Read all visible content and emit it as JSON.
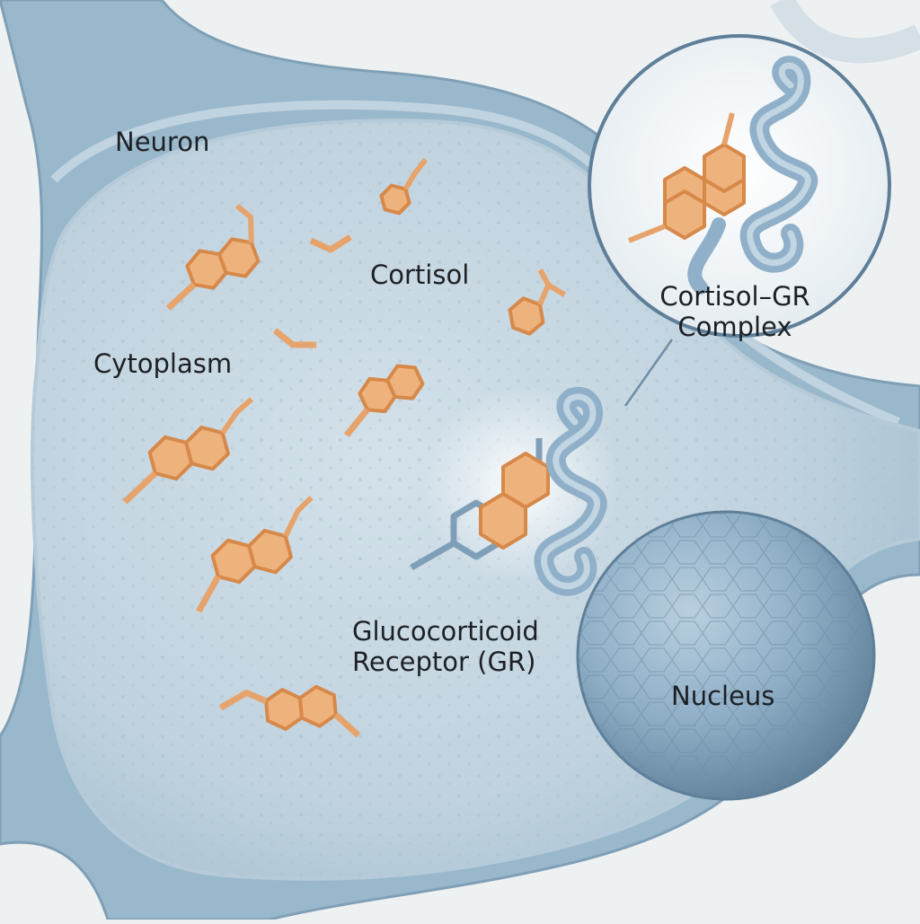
{
  "labels": {
    "neuron": "Neuron",
    "cortisol": "Cortisol",
    "cytoplasm": "Cytoplasm",
    "complex_line1": "Cortisol–GR",
    "complex_line2": "Complex",
    "receptor_line1": "Glucocorticoid",
    "receptor_line2": "Receptor (GR)",
    "nucleus": "Nucleus"
  },
  "colors": {
    "background": "#eef1f2",
    "membrane": "#8fb0c6",
    "cytoplasm": "#c4d6e2",
    "molecule_fill": "#eeb37d",
    "molecule_stroke": "#d7894a",
    "receptor": "#8fb0c8",
    "nucleus": "#7f9fb8",
    "text": "#1c2024"
  },
  "icons": {
    "molecule": "cortisol-molecule-icon",
    "receptor": "protein-helix-icon",
    "nucleus": "nucleus-icon"
  }
}
